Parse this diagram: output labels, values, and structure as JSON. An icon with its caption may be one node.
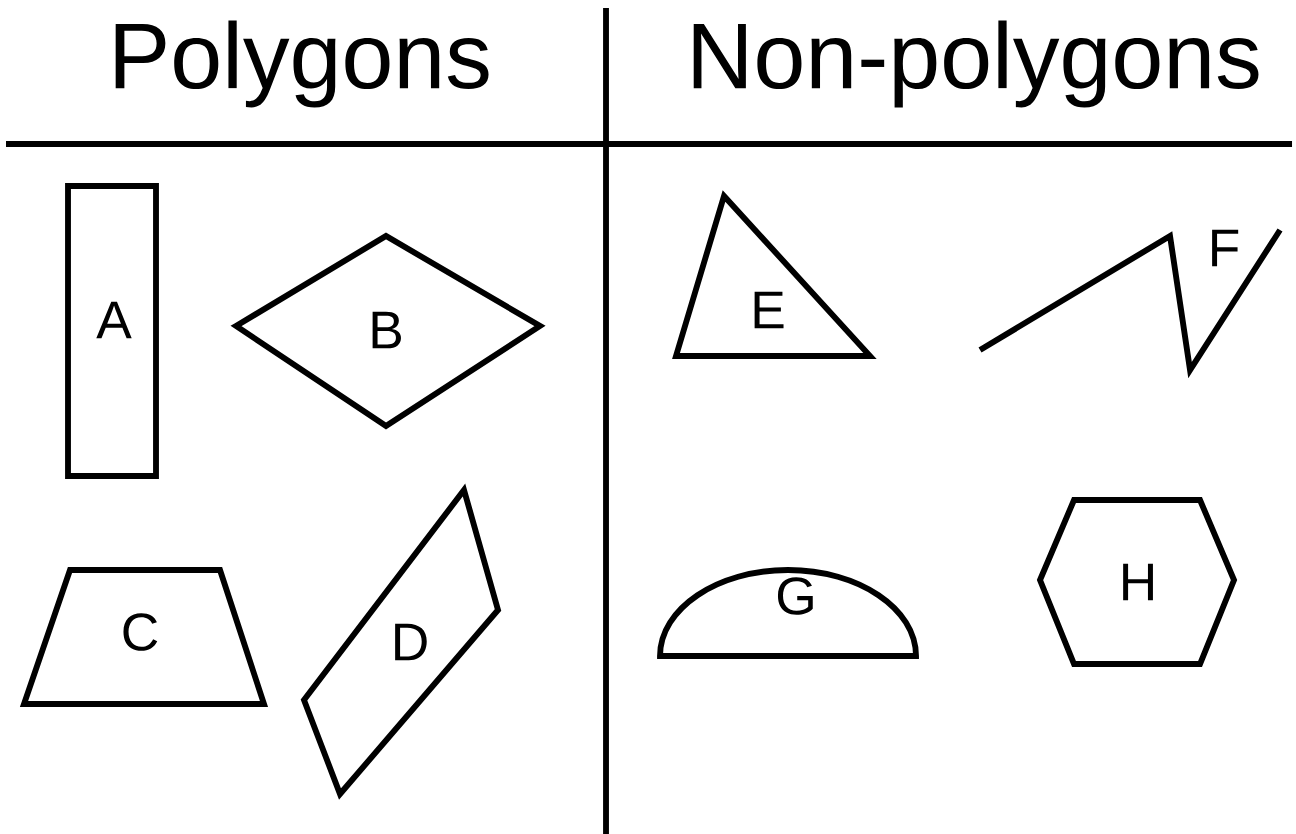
{
  "diagram": {
    "nodes": [
      {
        "text": [
          "A"
        ]
      },
      {
        "text": [
          "B"
        ]
      },
      {
        "text": [
          "C"
        ]
      },
      {
        "text": [
          "D"
        ]
      },
      {
        "text": [
          "E"
        ]
      },
      {
        "text": [
          "F"
        ]
      },
      {
        "text": [
          "G"
        ]
      },
      {
        "text": [
          "H"
        ]
      }
    ],
    "labels": [
      "Polygons",
      "Non-polygons"
    ]
  }
}
